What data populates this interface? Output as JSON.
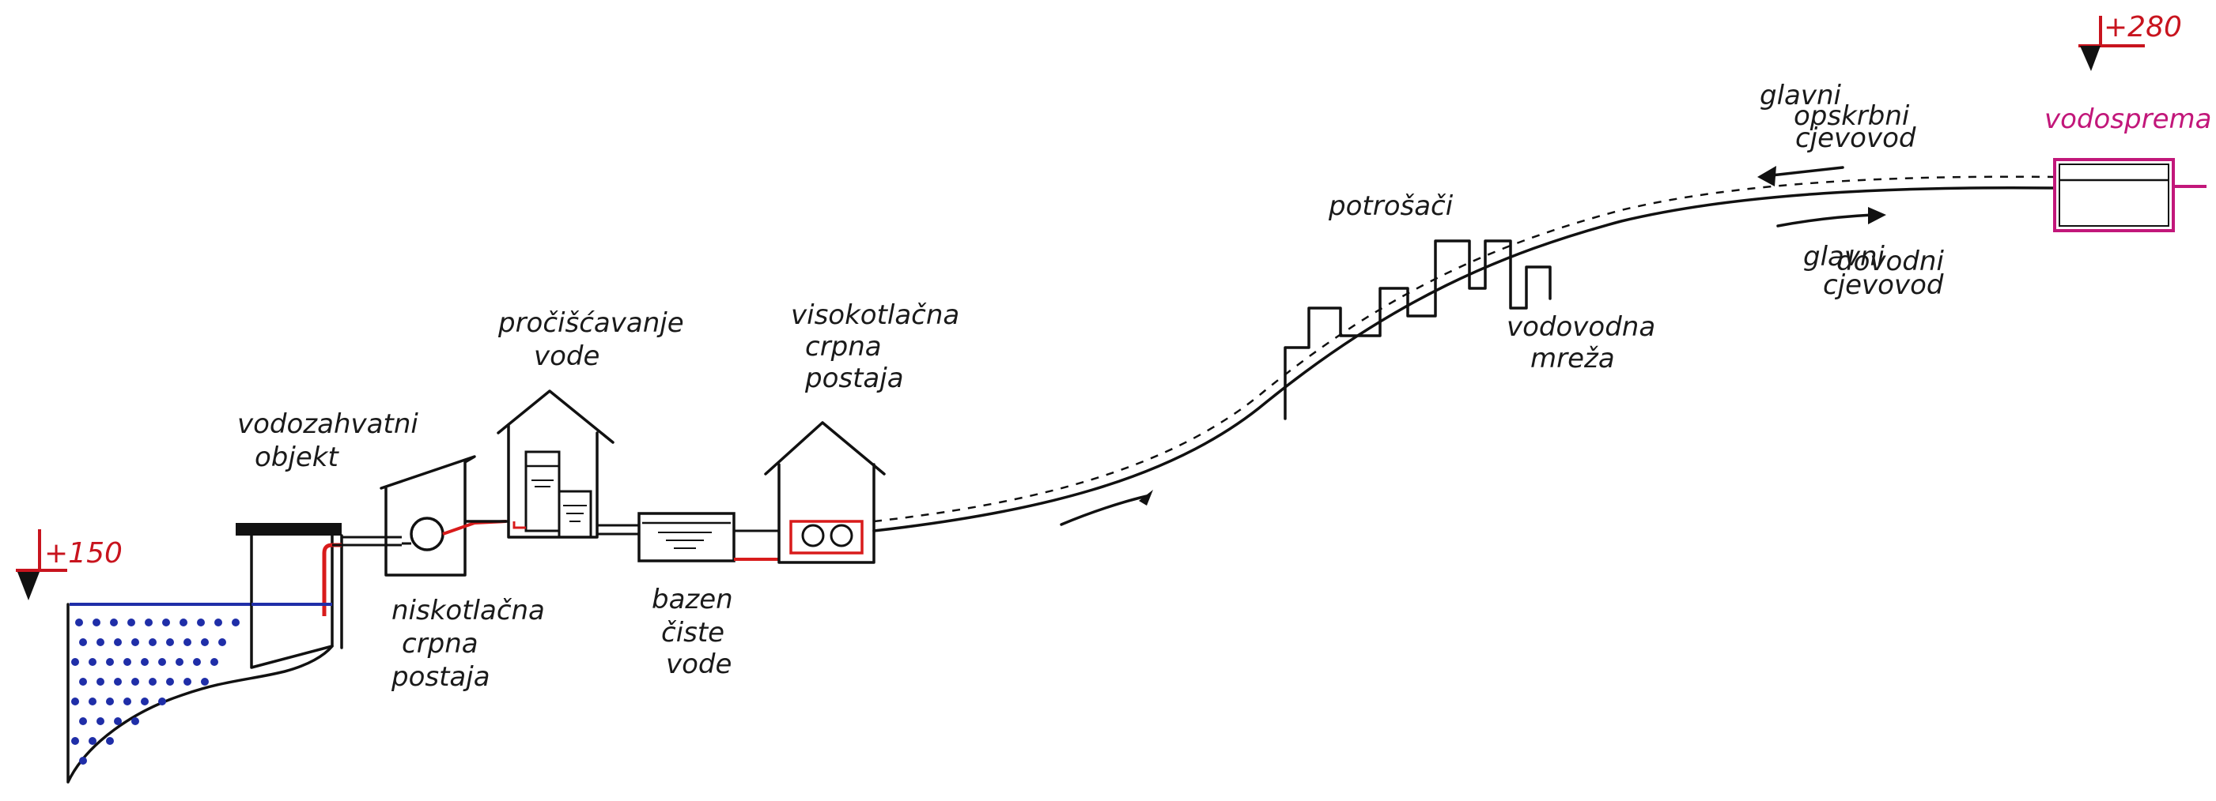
{
  "colors": {
    "ink": "#111111",
    "pipe_red": "#d81b1b",
    "water_blue": "#1f2ea8",
    "reservoir_magenta": "#c2177a",
    "elevation_red": "#c8141e"
  },
  "elevations": {
    "low": "+150",
    "high": "+280"
  },
  "labels": {
    "intake": [
      "vodozahvatni",
      "objekt"
    ],
    "low_pressure_pump": [
      "niskotlačna",
      "crpna",
      "postaja"
    ],
    "treatment": [
      "pročišćavanje",
      "vode"
    ],
    "clean_water_tank": [
      "bazen",
      "čiste",
      "vode"
    ],
    "high_pressure_pump": [
      "visokotlačna",
      "crpna",
      "postaja"
    ],
    "consumers": "potrošači",
    "network": [
      "vodovodna",
      "mreža"
    ],
    "main_supply_pipe": [
      "glavni",
      "opskrbni",
      "cjevovod"
    ],
    "main_feed_pipe": [
      "glavni",
      "dovodni",
      "cjevovod"
    ],
    "reservoir": "vodosprema"
  }
}
